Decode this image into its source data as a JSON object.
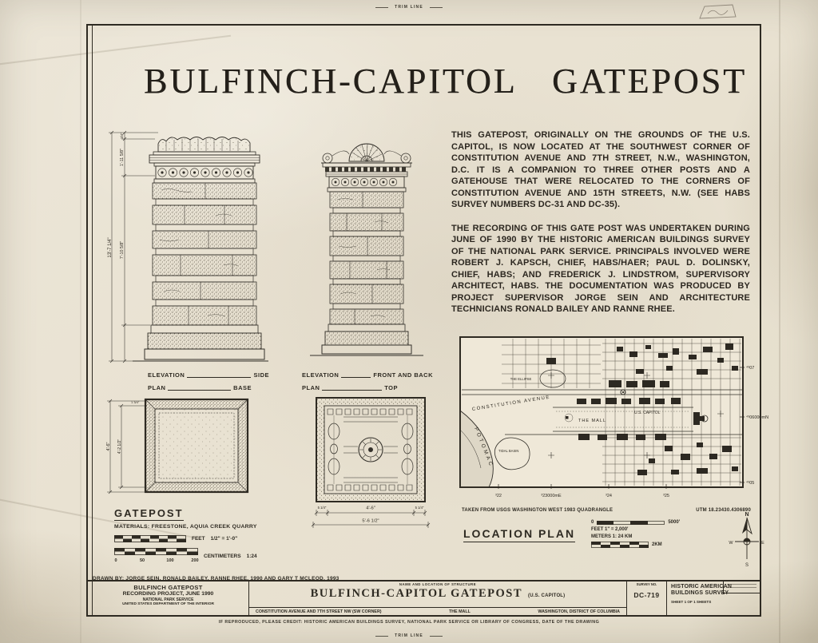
{
  "sheet": {
    "trim_line_top": "TRIM LINE",
    "trim_line_bottom": "TRIM LINE",
    "title_left": "BULFINCH-CAPITOL",
    "title_right": "GATEPOST"
  },
  "notes": {
    "para1": "THIS GATEPOST, ORIGINALLY ON THE GROUNDS OF THE U.S. CAPITOL, IS NOW LOCATED AT THE SOUTHWEST CORNER OF CONSTITUTION AVENUE AND 7TH STREET, N.W., WASHINGTON, D.C. IT IS A COMPANION TO THREE OTHER POSTS AND A GATEHOUSE THAT WERE RELOCATED TO THE CORNERS OF CONSTITUTION AVENUE AND 15TH STREETS, N.W. (SEE HABS SURVEY NUMBERS DC-31 AND DC-35).",
    "para2": "THE RECORDING OF THIS GATE POST WAS UNDERTAKEN DURING JUNE OF 1990 BY THE HISTORIC AMERICAN BUILDINGS SURVEY OF THE NATIONAL PARK SERVICE. PRINCIPALS INVOLVED WERE ROBERT J. KAPSCH, CHIEF, HABS/HAER; PAUL D. DOLINSKY, CHIEF, HABS; AND FREDERICK J. LINDSTROM, SUPERVISORY ARCHITECT, HABS. THE DOCUMENTATION WAS PRODUCED BY PROJECT SUPERVISOR JORGE SEIN AND ARCHITECTURE TECHNICIANS RONALD BAILEY AND RANNE RHEE."
  },
  "drawings": {
    "elevation_side": {
      "label": "ELEVATION",
      "sub": "SIDE"
    },
    "plan_base": {
      "label": "PLAN",
      "sub": "BASE"
    },
    "elevation_front": {
      "label": "ELEVATION",
      "sub": "FRONT AND BACK"
    },
    "plan_top": {
      "label": "PLAN",
      "sub": "TOP"
    },
    "dims_side": {
      "overall": "13'-7 1/4\"",
      "shaft": "7'-10 5/8\"",
      "cap": "1'-11 5/8\"",
      "top": "3/4\""
    },
    "dims_base": {
      "outer": "4'-6\"",
      "inner": "4'-2 1/2\"",
      "edge": "1 3/4\""
    },
    "dims_top": {
      "side_left": "5 1/4\"",
      "center": "4'-6\"",
      "side_right": "5 1/4\"",
      "overall": "5'-6 1/2\""
    }
  },
  "gatepost_section": {
    "heading": "GATEPOST",
    "materials": "MATERIALS: FREESTONE, AQUIA CREEK QUARRY",
    "scale_feet_unit": "FEET",
    "scale_feet_ratio": "1/2\" = 1'-0\"",
    "scale_cm_unit": "CENTIMETERS",
    "scale_cm_ratio": "1:24",
    "scale_cm_ticks": [
      "0",
      "50",
      "100",
      "200"
    ]
  },
  "drawn_by": "DRAWN BY: JORGE SEIN, RONALD BAILEY, RANNE RHEE, 1990 AND GARY T MCLEOD, 1993",
  "map": {
    "labels": {
      "constitution": "CONSTITUTION AVENUE",
      "ellipse": "THE ELLIPSE",
      "mall": "THE MALL",
      "capitol": "U.S. CAPITOL",
      "tidal": "TIDAL BASIN",
      "potomac": "POTOMAC"
    },
    "coords_bottom": [
      "³22",
      "³23000mE",
      "³24",
      "³25"
    ],
    "coords_right": [
      "⁴³07",
      "⁴³06000mN",
      "⁴³05"
    ],
    "caption_source": "TAKEN FROM USGS WASHINGTON WEST 1983 QUADRANGLE",
    "caption_utm": "UTM 18.23430.4306890"
  },
  "location_plan": {
    "heading": "LOCATION PLAN",
    "scale_zero": "0",
    "scale_5000": "5000'",
    "feet_ratio": "FEET 1\" = 2,000'",
    "meters_ratio": "METERS 1: 24 KM",
    "km": "2KM",
    "compass": {
      "n": "N",
      "e": "E",
      "s": "S",
      "w": "W"
    }
  },
  "title_block": {
    "project": {
      "line1": "BULFINCH GATEPOST",
      "line2": "RECORDING PROJECT, JUNE 1990",
      "line3": "NATIONAL PARK SERVICE",
      "line4": "UNITED STATES DEPARTMENT OF THE INTERIOR"
    },
    "structure": {
      "header": "NAME AND LOCATION OF STRUCTURE",
      "name": "BULFINCH-CAPITOL GATEPOST",
      "name_suffix": "(U.S. CAPITOL)",
      "address": "CONSTITUTION AVENUE AND 7TH STREET NW (SW CORNER)",
      "area": "THE MALL",
      "city": "WASHINGTON, DISTRICT OF COLUMBIA"
    },
    "survey": {
      "header": "SURVEY NO.",
      "number": "DC-719"
    },
    "habs": {
      "line1": "HISTORIC AMERICAN",
      "line2": "BUILDINGS SURVEY",
      "sheet": "SHEET 1 OF 1 SHEETS"
    }
  },
  "credit_line": "IF REPRODUCED, PLEASE CREDIT: HISTORIC AMERICAN BUILDINGS SURVEY, NATIONAL PARK SERVICE OR LIBRARY OF CONGRESS, DATE OF THE DRAWING"
}
